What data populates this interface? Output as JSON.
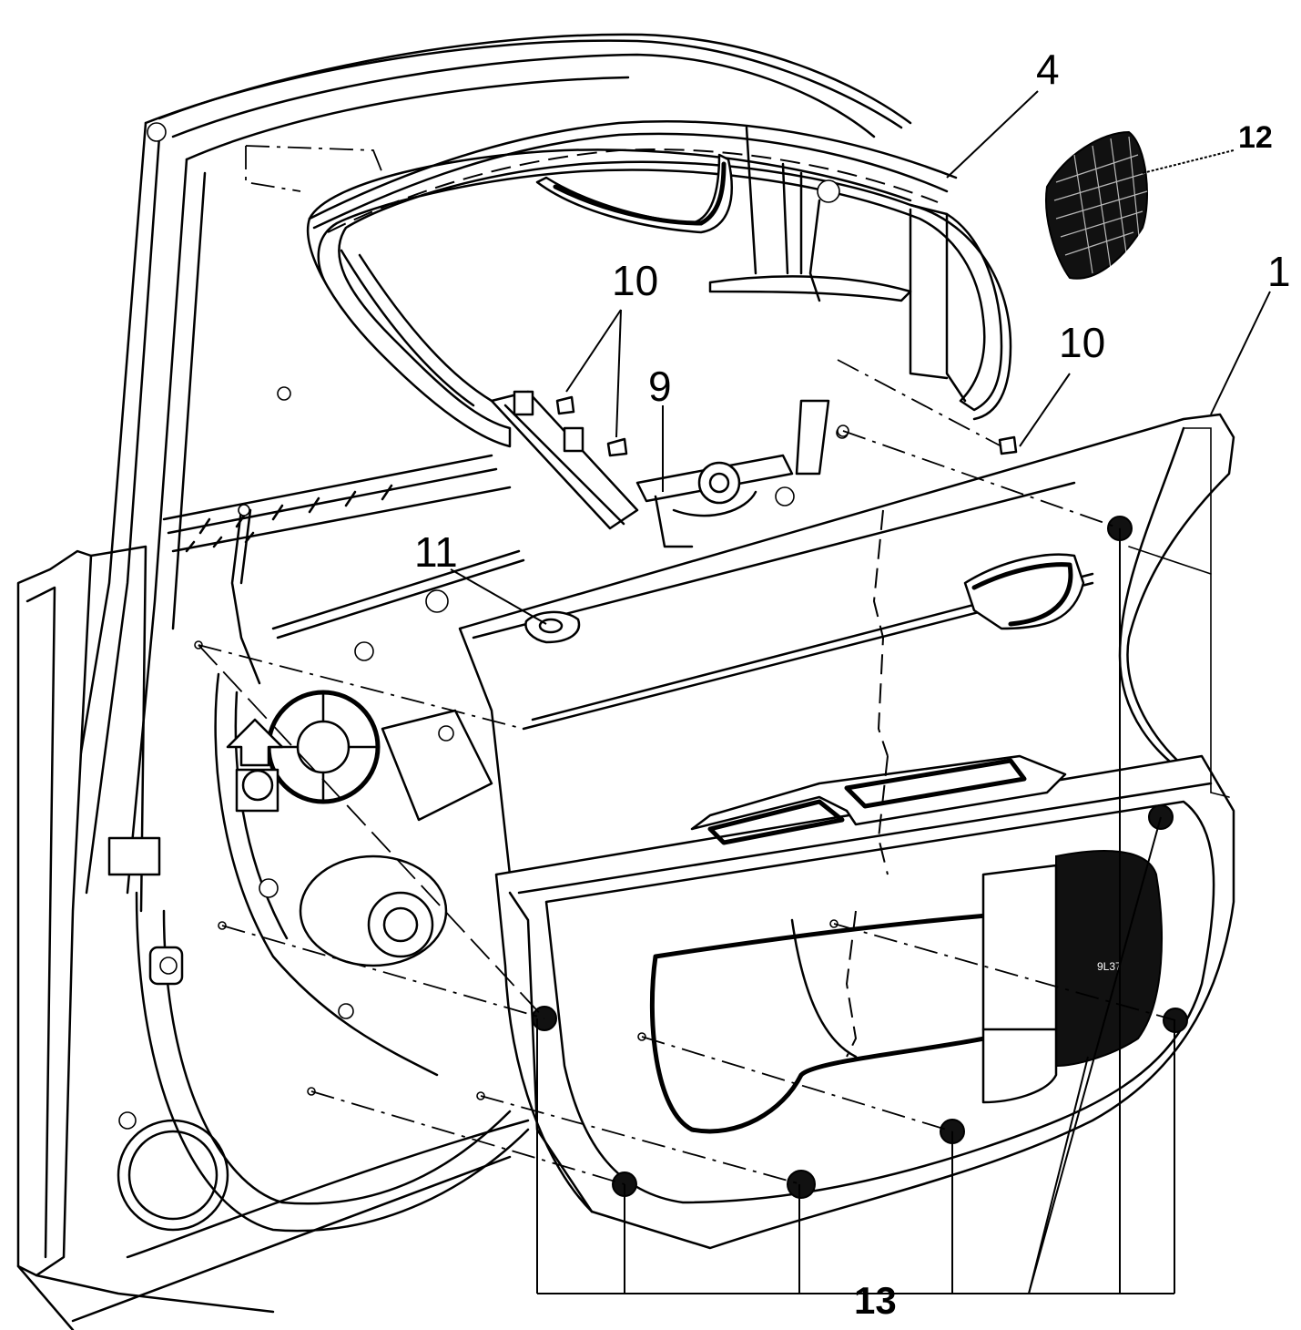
{
  "callouts": {
    "c1": "1",
    "c4": "4",
    "c9": "9",
    "c10_left": "10",
    "c10_right": "10",
    "c11": "11",
    "c12": "12",
    "c13": "13"
  },
  "speaker_grille_mark": "9L37"
}
